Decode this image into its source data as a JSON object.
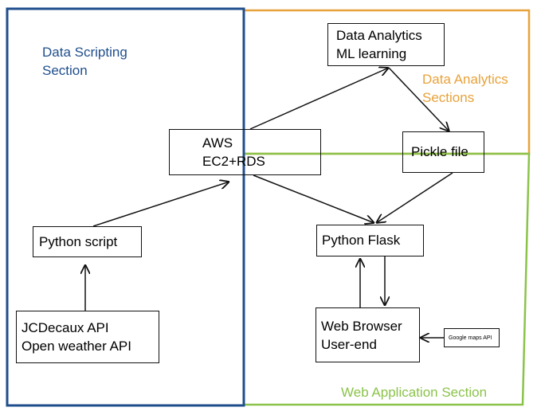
{
  "sections": {
    "scripting": {
      "title_line1": "Data Scripting",
      "title_line2": "Section",
      "color": "#1f4e8c"
    },
    "analytics": {
      "title_line1": "Data Analytics",
      "title_line2": "Sections",
      "color": "#e8a23a"
    },
    "webapp": {
      "title": "Web Application Section",
      "color": "#8bc34a"
    }
  },
  "nodes": {
    "analytics_ml": {
      "line1": "Data Analytics",
      "line2": "ML learning"
    },
    "aws": {
      "line1": "AWS",
      "line2": "EC2+RDS"
    },
    "pickle": {
      "label": "Pickle file"
    },
    "python_script": {
      "label": "Python script"
    },
    "python_flask": {
      "label": "Python Flask"
    },
    "apis": {
      "line1": "JCDecaux API",
      "line2": "Open weather API"
    },
    "web_browser": {
      "line1": "Web Browser",
      "line2": "User-end"
    },
    "google_maps": {
      "label": "Google maps API"
    }
  }
}
